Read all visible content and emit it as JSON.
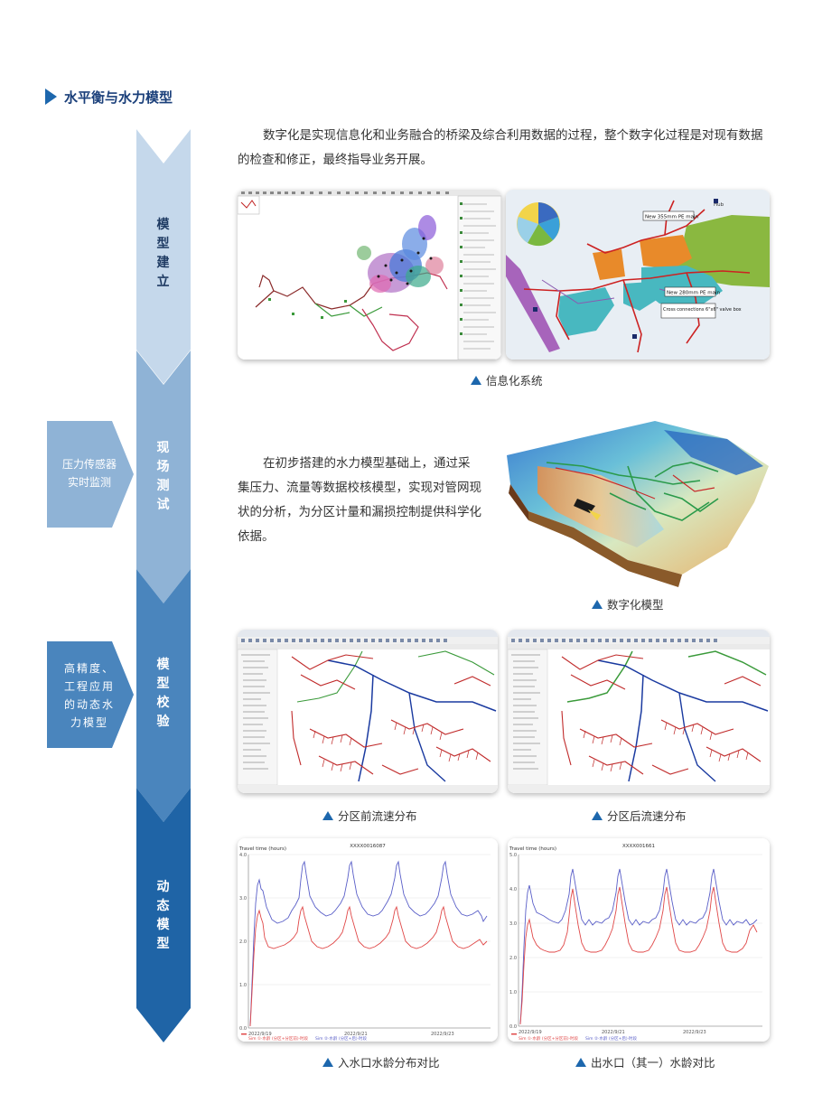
{
  "section_title": "水平衡与水力模型",
  "stages": [
    {
      "label": "模型建立",
      "color": "#c5d8eb",
      "text_color": "#1f3b63"
    },
    {
      "label": "现场测试",
      "color": "#8fb3d6",
      "text_color": "#ffffff"
    },
    {
      "label": "模型校验",
      "color": "#4a85bd",
      "text_color": "#ffffff"
    },
    {
      "label": "动态模型",
      "color": "#1f64a6",
      "text_color": "#ffffff"
    }
  ],
  "side_labels": {
    "sensor": {
      "lines": [
        "压力传感器",
        "实时监测"
      ],
      "color": "#8fb3d6"
    },
    "model": {
      "lines": [
        "高精度、",
        "工程应用",
        "的动态水",
        "力模型"
      ],
      "color": "#4a85bd"
    }
  },
  "paragraphs": {
    "intro": "数字化是实现信息化和业务融合的桥梁及综合利用数据的过程，整个数字化过程是对现有数据的检查和修正，最终指导业务开展。",
    "field_test": "在初步搭建的水力模型基础上，通过采集压力、流量等数据校核模型，实现对管网现状的分析，为分区计量和漏损控制提供科学化依据。"
  },
  "captions": {
    "info_system": "信息化系统",
    "digital_model": "数字化模型",
    "before_zoning": "分区前流速分布",
    "after_zoning": "分区后流速分布",
    "inlet_age": "入水口水龄分布对比",
    "outlet_age": "出水口（其一）水龄对比"
  },
  "map_labels": {
    "main1": "New 355mm PE main",
    "main2": "New 280mm PE main",
    "note": "Cross connections 6\"x6\" valve box",
    "hub": "Hub"
  },
  "chart_left": {
    "title": "XXXX0016087",
    "ylabel": "Travel time (hours)",
    "yticks": [
      "0.0",
      "1.0",
      "2.0",
      "3.0",
      "4.0"
    ],
    "xticks": [
      "2022/9/19",
      "2022/9/21",
      "2022/9/23"
    ],
    "legend": [
      "Sim ①·水龄 (分区+分区前)·时段",
      "Sim ②·水龄 (分区+后)·时段"
    ]
  },
  "chart_right": {
    "title": "XXXX001661",
    "ylabel": "Travel time (hours)",
    "yticks": [
      "0.0",
      "1.0",
      "2.0",
      "3.0",
      "4.0",
      "5.0"
    ],
    "xticks": [
      "2022/9/19",
      "2022/9/21",
      "2022/9/23"
    ],
    "legend": [
      "Sim ①·水龄 (分区+分区前)·时段",
      "Sim ②·水龄 (分区+后)·时段"
    ]
  },
  "colors": {
    "accent": "#1d67ad",
    "series_blue": "#5a5fc8",
    "series_red": "#e04848"
  }
}
